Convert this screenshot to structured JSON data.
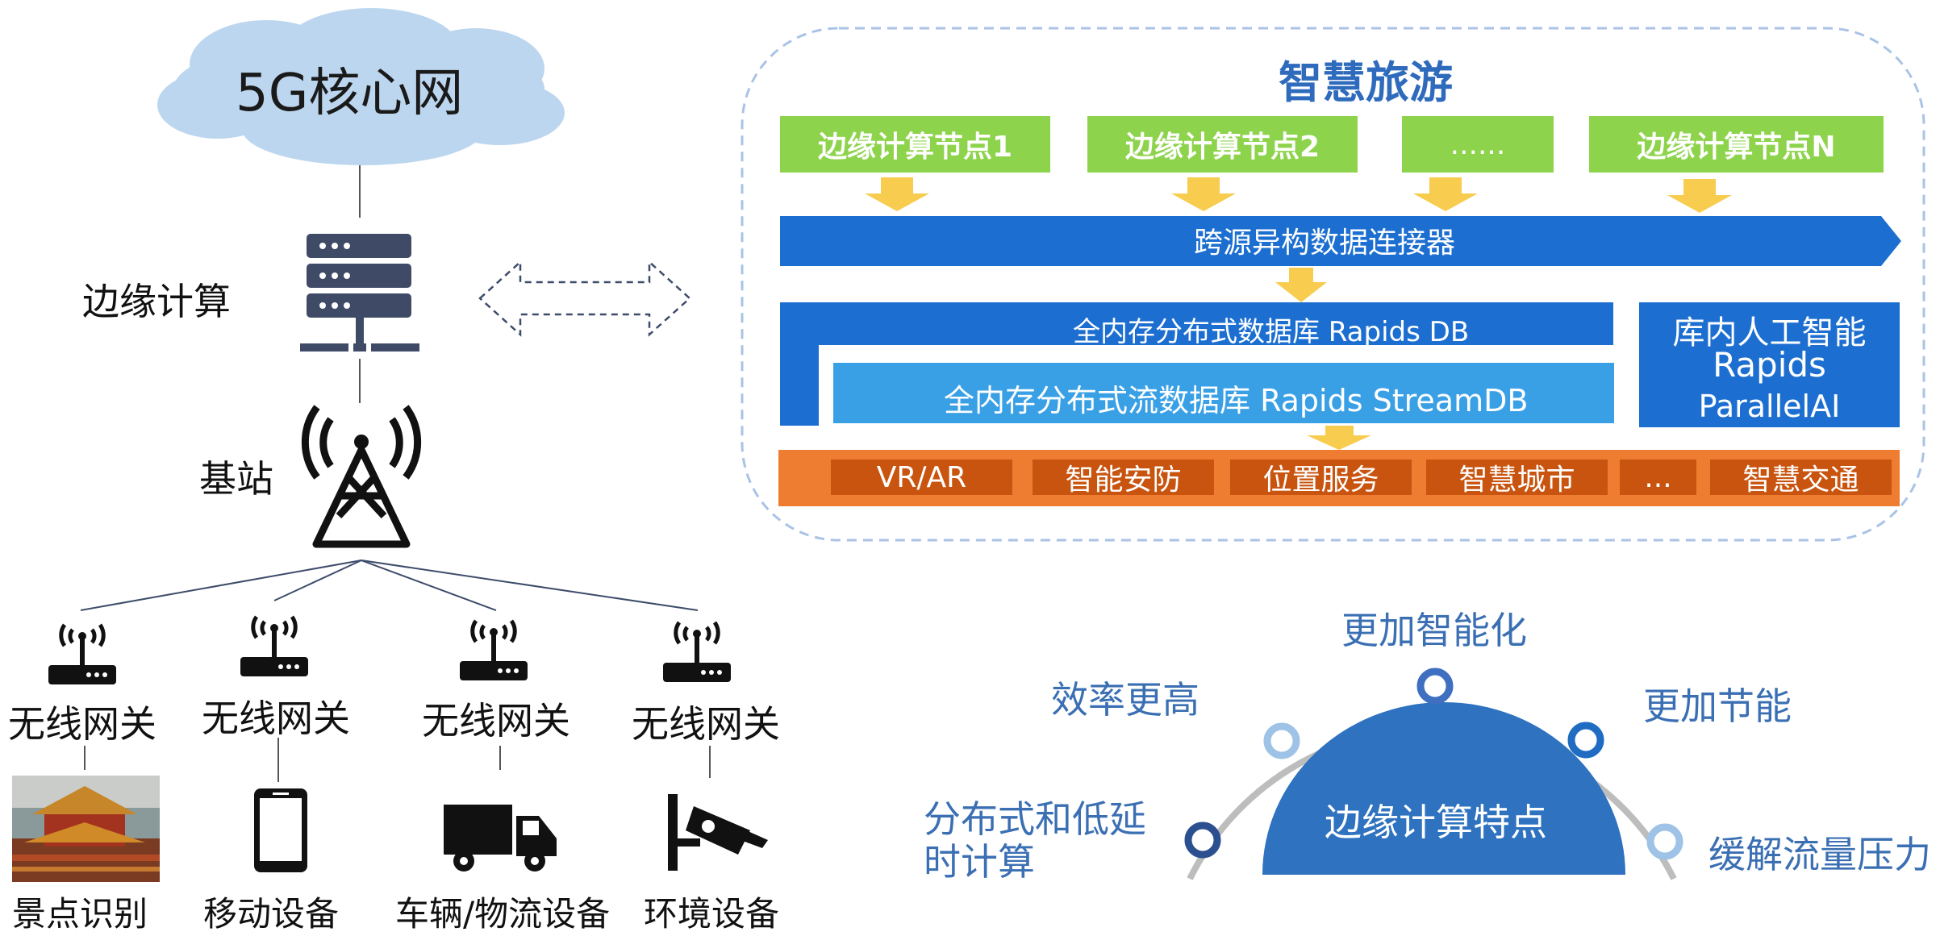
{
  "left": {
    "core_network": "5G核心网",
    "edge_computing": "边缘计算",
    "base_station": "基站",
    "gateways": [
      "无线网关",
      "无线网关",
      "无线网关",
      "无线网关"
    ],
    "devices": [
      "景点识别",
      "移动设备",
      "车辆/物流设备",
      "环境设备"
    ]
  },
  "panel": {
    "title": "智慧旅游",
    "nodes": [
      "边缘计算节点1",
      "边缘计算节点2",
      "......",
      "边缘计算节点N"
    ],
    "connector": "跨源异构数据连接器",
    "db": "全内存分布式数据库 Rapids DB",
    "stream_db": "全内存分布式流数据库 Rapids StreamDB",
    "ai_box": [
      "库内人工智能",
      "Rapids",
      "ParallelAI"
    ],
    "apps": [
      "VR/AR",
      "智能安防",
      "位置服务",
      "智慧城市",
      "...",
      "智慧交通"
    ]
  },
  "features": {
    "center": "边缘计算特点",
    "items": [
      "更加智能化",
      "效率更高",
      "更加节能",
      "分布式和低延",
      "时计算",
      "缓解流量压力"
    ]
  },
  "colors": {
    "green": "#8ed34c",
    "blue_dark": "#1c6fd0",
    "blue_light": "#3aa0e6",
    "orange": "#ee7d31",
    "orange_dark": "#c9540f",
    "feature_text": "#3b6fb3",
    "panel_border": "#a9c3e6"
  }
}
